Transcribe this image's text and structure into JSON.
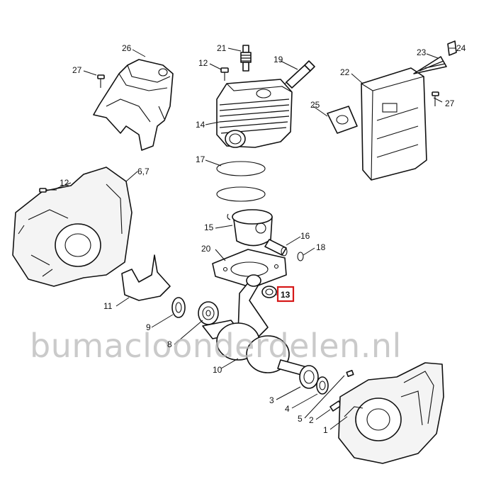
{
  "watermark": "bumacloonderdelen.nl",
  "highlight_color": "#d61818",
  "callouts": {
    "n1": "1",
    "n2": "2",
    "n3": "3",
    "n4": "4",
    "n5": "5",
    "n67": "6,7",
    "n8": "8",
    "n9": "9",
    "n10": "10",
    "n11": "11",
    "n12a": "12",
    "n12b": "12",
    "n13": "13",
    "n14": "14",
    "n15": "15",
    "n16": "16",
    "n17": "17",
    "n18": "18",
    "n19": "19",
    "n20": "20",
    "n21": "21",
    "n22": "22",
    "n23": "23",
    "n24": "24",
    "n25": "25",
    "n26": "26",
    "n27a": "27",
    "n27b": "27"
  }
}
